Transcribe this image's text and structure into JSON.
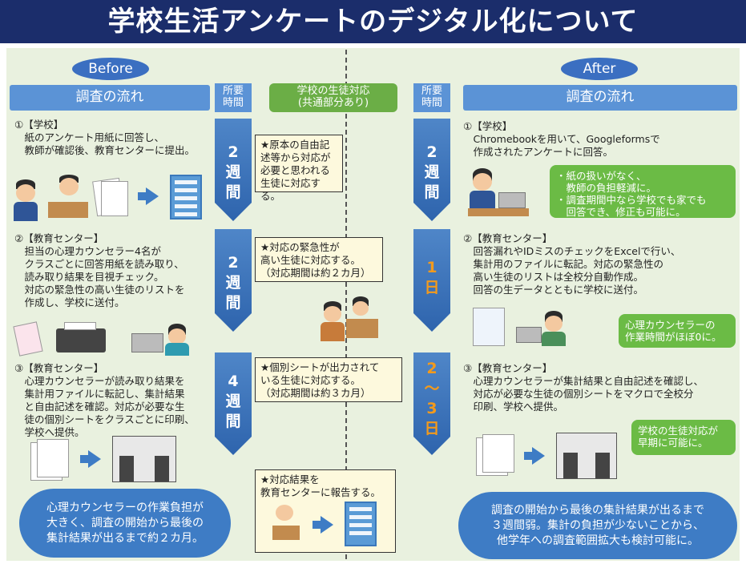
{
  "title": "学校生活アンケートのデジタル化について",
  "left": {
    "tag": "Before",
    "flow_header": "調査の流れ",
    "time_header": "所要\n時間",
    "step1": "①【学校】\n　紙のアンケート用紙に回答し、\n　教師が確認後、教育センターに提出。",
    "step2": "②【教育センター】\n　担当の心理カウンセラー4名が\n　クラスごとに回答用紙を読み取り、\n　読み取り結果を目視チェック。\n　対応の緊急性の高い生徒のリストを\n　作成し、学校に送付。",
    "step3": "③【教育センター】\n　心理カウンセラーが読み取り結果を\n　集計用ファイルに転記し、集計結果\n　と自由記述を確認。対応が必要な生\n　徒の個別シートをクラスごとに印刷、\n　学校へ提供。",
    "time1": [
      "2",
      "週",
      "間"
    ],
    "time2": [
      "2",
      "週",
      "間"
    ],
    "time3": [
      "4",
      "週",
      "間"
    ],
    "cloud": "心理カウンセラーの作業負担が\n大きく、調査の開始から最後の\n集計結果が出るまで約２カ月。"
  },
  "center": {
    "header": "学校の生徒対応\n(共通部分あり)",
    "box1": "★原本の自由記\n述等から対応が\n必要と思われる\n生徒に対応する。",
    "box2": "★対応の緊急性が\n高い生徒に対応する。\n（対応期間は約２カ月）",
    "box3": "★個別シートが出力されて\nいる生徒に対応する。\n（対応期間は約３カ月）",
    "box4": "★対応結果を\n教育センターに報告する。"
  },
  "right": {
    "tag": "After",
    "flow_header": "調査の流れ",
    "time_header": "所要\n時間",
    "step1": "①【学校】\n　Chromebookを用いて、Googleformsで\n　作成されたアンケートに回答。",
    "step2": "②【教育センター】\n　回答漏れやIDミスのチェックをExcelで行い、\n　集計用のファイルに転記。対応の緊急性の\n　高い生徒のリストは全校分自動作成。\n　回答の生データとともに学校に送付。",
    "step3": "③【教育センター】\n　心理カウンセラーが集計結果と自由記述を確認し、\n　対応が必要な生徒の個別シートをマクロで全校分\n　印刷、学校へ提供。",
    "time1": [
      "2",
      "週",
      "間"
    ],
    "time2": [
      "1",
      "日"
    ],
    "time3": [
      "2",
      "～",
      "3",
      "日"
    ],
    "callout1": "・紙の扱いがなく、\n　教師の負担軽減に。\n・調査期間中なら学校でも家でも\n　回答でき、修正も可能に。",
    "callout2": "心理カウンセラーの\n作業時間がほぼ0に。",
    "callout3": "学校の生徒対応が\n早期に可能に。",
    "cloud": "調査の開始から最後の集計結果が出るまで\n３週間弱。集計の負担が少ないことから、\n他学年への調査範囲拡大も検討可能に。"
  },
  "colors": {
    "title_bg": "#1b2d6b",
    "header_blue": "#5b93d6",
    "common_green": "#6bae46",
    "arrow_blue": "#2e64ad",
    "accent_orange": "#f39a1c",
    "cloud_blue": "#3e7cc5",
    "panel_bg": "#e9f1df"
  }
}
